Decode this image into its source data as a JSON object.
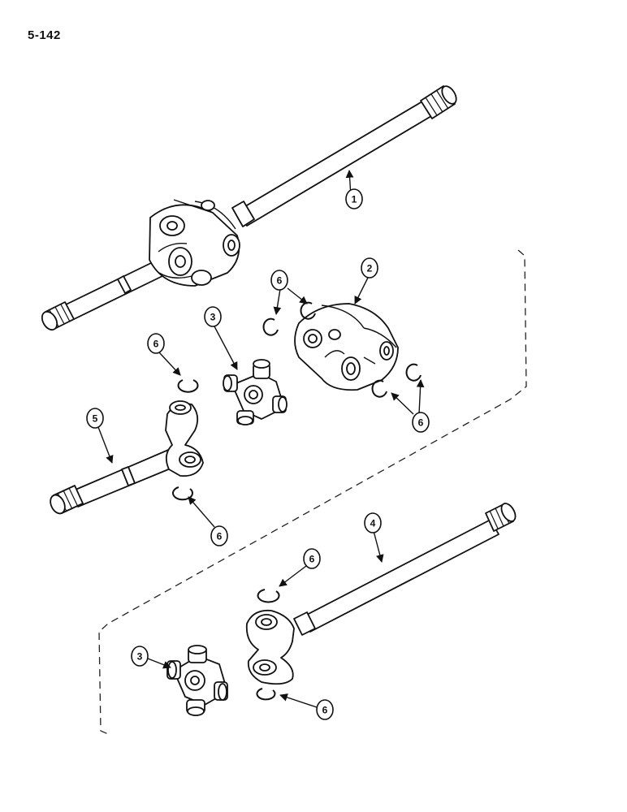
{
  "page": {
    "number": "5-142"
  },
  "callouts": {
    "c1": "1",
    "c2": "2",
    "c3a": "3",
    "c3b": "3",
    "c4": "4",
    "c5": "5",
    "c6a": "6",
    "c6b": "6",
    "c6c": "6",
    "c6d": "6",
    "c6e": "6",
    "c6f": "6"
  },
  "parts": [
    {
      "callout": "1",
      "component": "axle-shaft-assembly"
    },
    {
      "callout": "2",
      "component": "coupling-yoke"
    },
    {
      "callout": "3",
      "component": "universal-joint-cross"
    },
    {
      "callout": "4",
      "component": "outer-axle-shaft"
    },
    {
      "callout": "5",
      "component": "inner-axle-shaft"
    },
    {
      "callout": "6",
      "component": "snap-ring"
    }
  ]
}
